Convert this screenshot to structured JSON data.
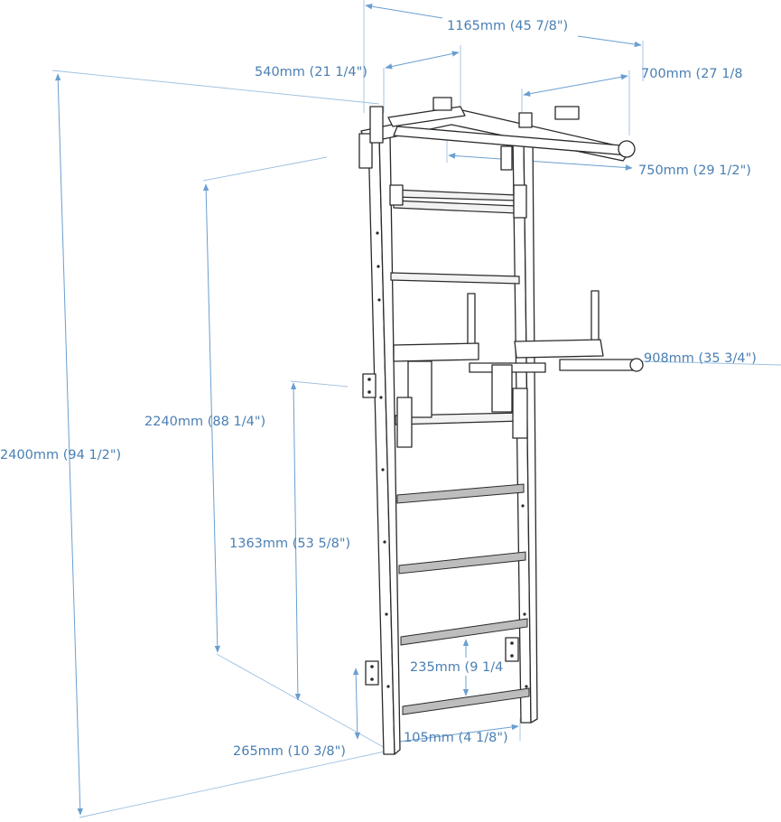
{
  "colors": {
    "dimension": "#4a7fb3",
    "outline": "#2a2a2a",
    "background": "#ffffff"
  },
  "dimensions": {
    "overall_width": "1165mm (45 7/8\")",
    "ladder_width": "540mm (21 1/4\")",
    "pullup_width": "700mm (27 1/8",
    "pullup_depth": "750mm (29 1/2\")",
    "dip_depth": "908mm (35 3/4\")",
    "total_height": "2400mm (94 1/2\")",
    "pullup_height": "2240mm (88 1/4\")",
    "dip_height": "1363mm (53 5/8\")",
    "rung_spacing": "235mm (9 1/4",
    "ladder_depth": "105mm (4 1/8\")",
    "bracket_height": "265mm (10 3/8\")"
  }
}
